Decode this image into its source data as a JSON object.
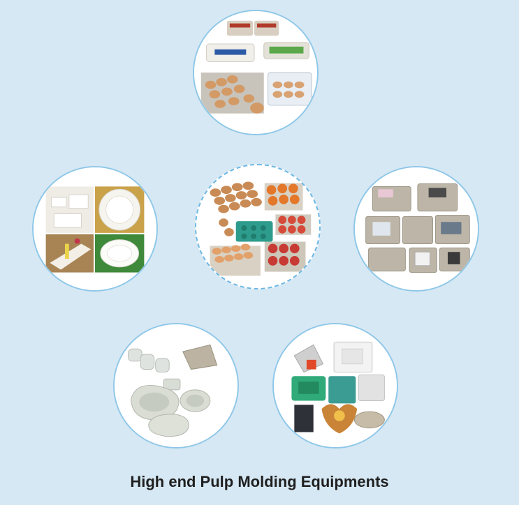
{
  "caption": "High end Pulp Molding Equipments",
  "colors": {
    "background": "#d6e8f4",
    "circle_border": "#8ec7e8",
    "egg_brown": "#c98b55",
    "pulp_gray": "#bdb6a8",
    "tray_teal": "#2e9c8c",
    "fruit_red": "#d64a3a"
  },
  "circles": [
    {
      "name": "egg-cartons",
      "border": "solid"
    },
    {
      "name": "tableware",
      "border": "solid"
    },
    {
      "name": "egg-fruit-trays",
      "border": "dashed"
    },
    {
      "name": "industrial-packaging",
      "border": "solid"
    },
    {
      "name": "medical-products",
      "border": "solid"
    },
    {
      "name": "premium-packaging",
      "border": "solid"
    }
  ]
}
